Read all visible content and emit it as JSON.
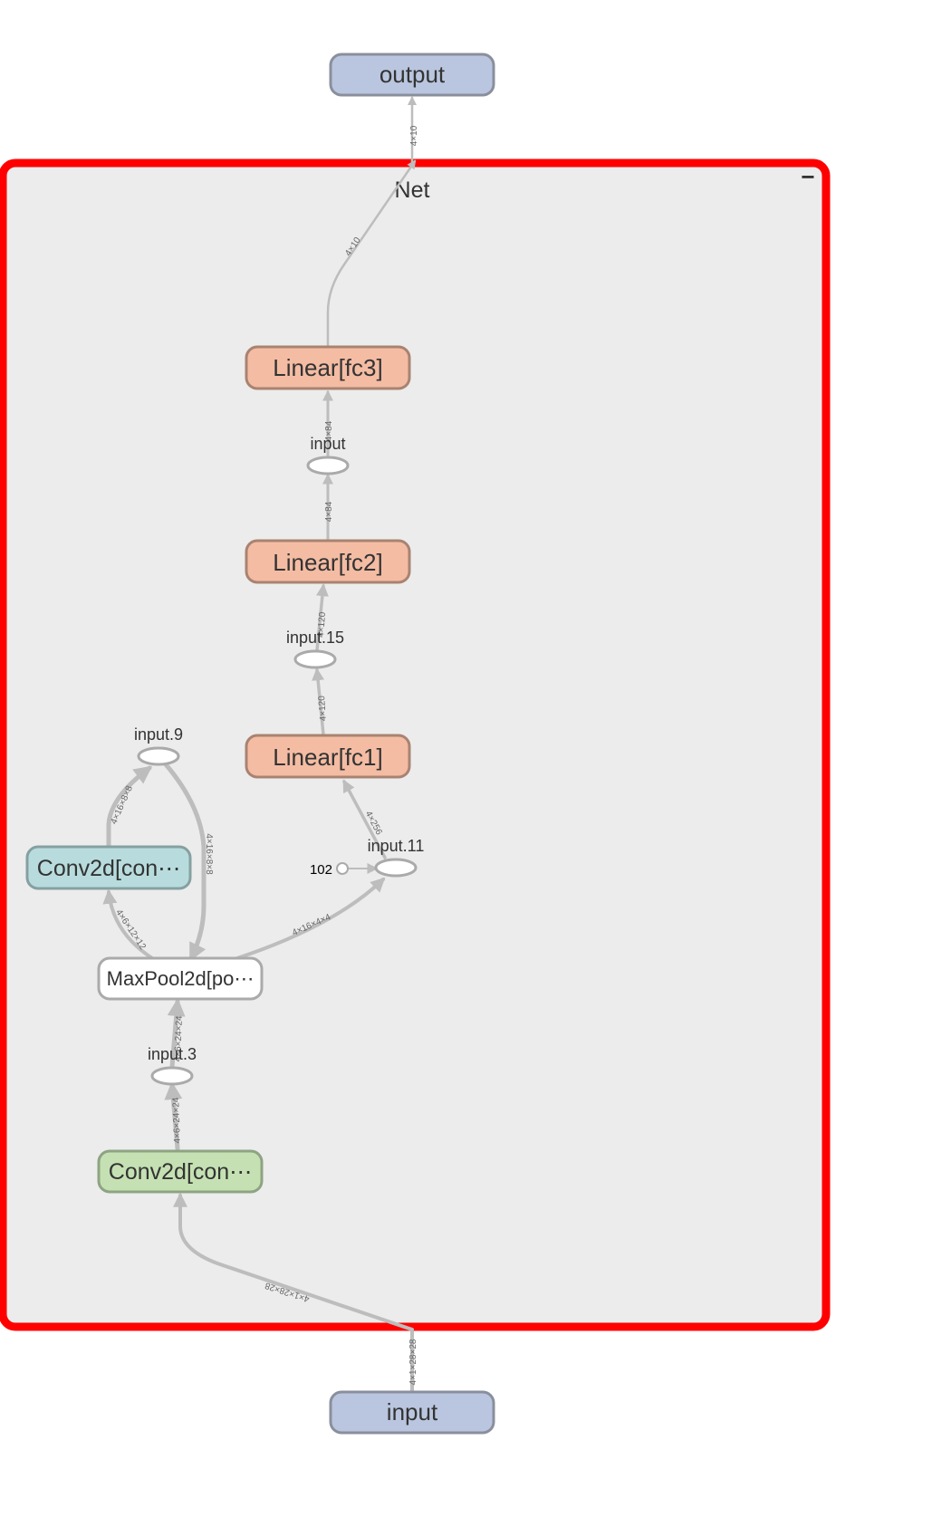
{
  "graph": {
    "group_title": "Net",
    "collapse_symbol": "−",
    "colors": {
      "group_fill": "#ececec",
      "group_border": "#ff0000",
      "io_fill": "#bac6df",
      "io_stroke": "#8a8f9d",
      "linear_fill": "#f4bca3",
      "linear_stroke": "#a98371",
      "conv_blue_fill": "#b8dcdd",
      "conv_blue_stroke": "#86a0a1",
      "conv_green_fill": "#c5e1b3",
      "conv_green_stroke": "#8ea383",
      "pool_fill": "#ffffff",
      "pool_stroke": "#aaaaaa",
      "edge": "#bdbdbd"
    },
    "nodes": {
      "output": "output",
      "input": "input",
      "fc3": "Linear[fc3]",
      "fc2": "Linear[fc2]",
      "fc1": "Linear[fc1]",
      "conv2": "Conv2d[con⋯",
      "conv1": "Conv2d[con⋯",
      "pool": "MaxPool2d[po⋯",
      "op_input": "input",
      "op_input15": "input.15",
      "op_input11": "input.11",
      "op_input9": "input.9",
      "op_input3": "input.3",
      "const_102": "102"
    },
    "edges": {
      "net_to_output": "4×10",
      "fc3_to_net": "4×10",
      "input_to_fc3": "4×84",
      "fc2_to_input": "4×84",
      "input15_to_fc2": "4×120",
      "fc1_to_input15": "4×120",
      "input11_to_fc1": "4×256",
      "pool_to_input11": "4×16×4×4",
      "conv2_to_input9": "4×16×8×8",
      "input9_to_pool": "4×16×8×8",
      "pool_to_conv2": "4×6×12×12",
      "input3_to_pool": "4×6×24×24",
      "conv1_to_input3": "4×6×24×24",
      "input_to_conv1": "4×1×28×28",
      "external_input": "4×1×28×28"
    }
  }
}
